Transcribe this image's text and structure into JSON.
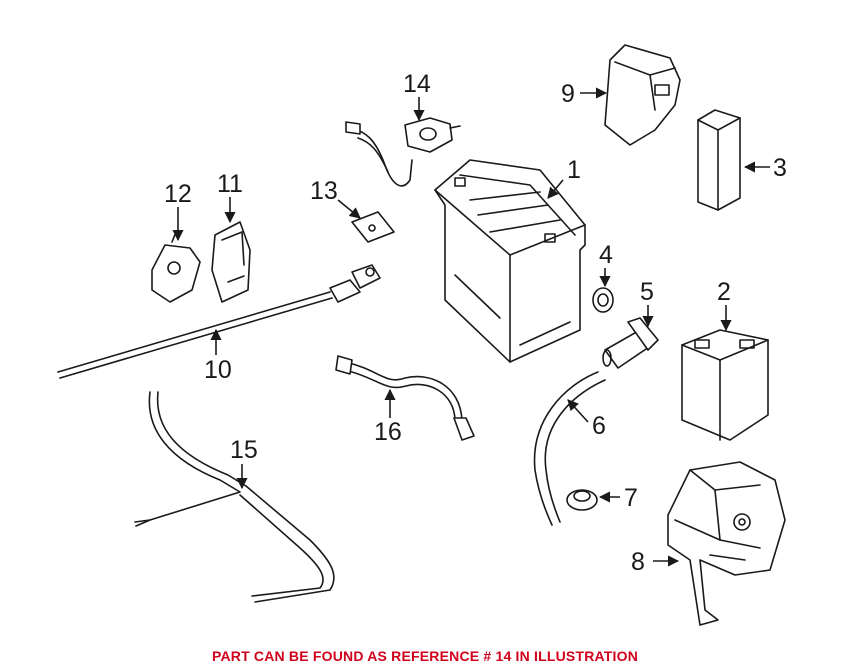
{
  "callouts": [
    {
      "id": "1",
      "label": "1"
    },
    {
      "id": "2",
      "label": "2"
    },
    {
      "id": "3",
      "label": "3"
    },
    {
      "id": "4",
      "label": "4"
    },
    {
      "id": "5",
      "label": "5"
    },
    {
      "id": "6",
      "label": "6"
    },
    {
      "id": "7",
      "label": "7"
    },
    {
      "id": "8",
      "label": "8"
    },
    {
      "id": "9",
      "label": "9"
    },
    {
      "id": "10",
      "label": "10"
    },
    {
      "id": "11",
      "label": "11"
    },
    {
      "id": "12",
      "label": "12"
    },
    {
      "id": "13",
      "label": "13"
    },
    {
      "id": "14",
      "label": "14"
    },
    {
      "id": "15",
      "label": "15"
    },
    {
      "id": "16",
      "label": "16"
    }
  ],
  "footer": {
    "text": "PART CAN BE FOUND AS REFERENCE # 14 IN ILLUSTRATION",
    "color": "#d0021b"
  }
}
